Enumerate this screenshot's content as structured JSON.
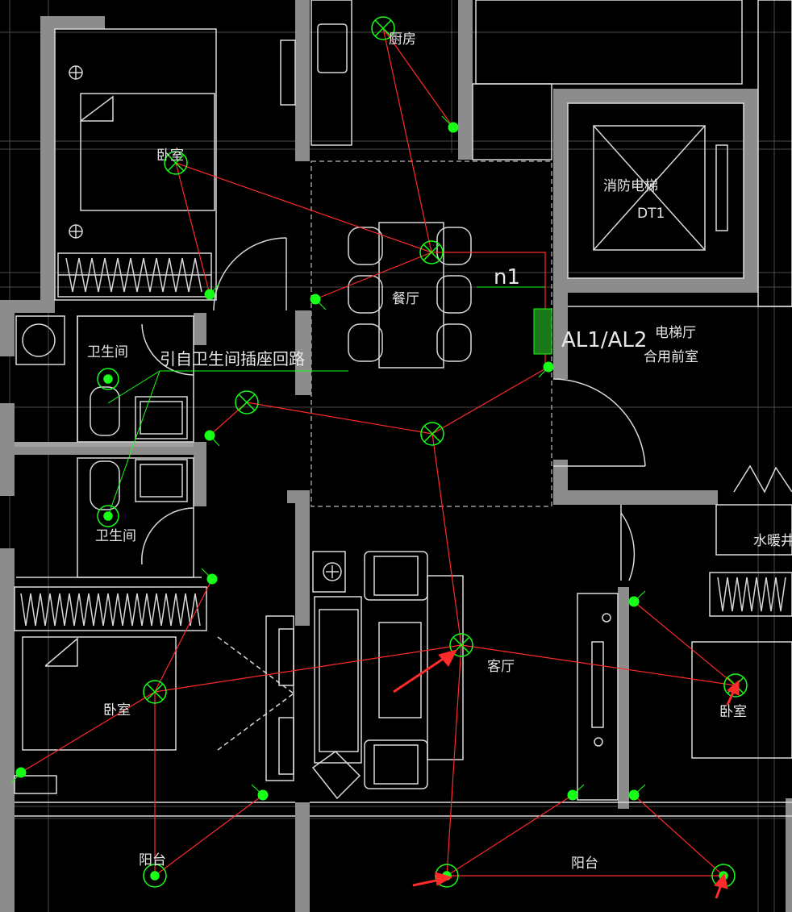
{
  "colors": {
    "background": "#000000",
    "wall_fill": "#8c8c8c",
    "line_white": "#d9d9d9",
    "grid_gray": "#555555",
    "circuit_red": "#ff2a2a",
    "fixture_green": "#18ff18",
    "arrow_red": "#ff2a2a"
  },
  "rooms": {
    "kitchen": "厨房",
    "bedroom_top": "卧室",
    "bathroom_top": "卫生间",
    "dining": "餐厅",
    "fire_elevator": "消防电梯",
    "elevator_code": "DT1",
    "elevator_hall": "电梯厅",
    "shared_front_room": "合用前室",
    "water_heating_shaft": "水暖井",
    "living_room": "客厅",
    "bedroom_left": "卧室",
    "bedroom_right": "卧室",
    "balcony_left": "阳台",
    "balcony_right": "阳台",
    "bathroom_bottom": "卫生间"
  },
  "annotations": {
    "bath_socket_note": "引自卫生间插座回路",
    "line_tag": "n1",
    "panel_label": "AL1/AL2"
  },
  "icons": [
    "ceiling-light-icon",
    "wall-switch-icon",
    "outlet-symbol-icon",
    "red-arrow-icon",
    "elevator-cross-icon"
  ]
}
